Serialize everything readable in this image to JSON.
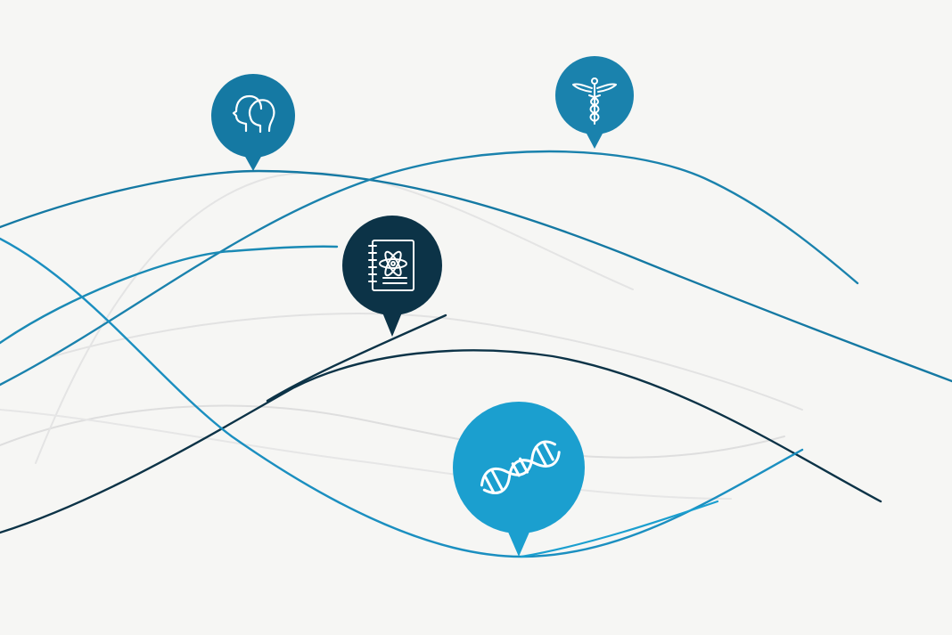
{
  "scene": {
    "background": "#f6f6f4",
    "colors": {
      "primary_blue": "#1a8ab5",
      "teal_blue": "#1579a3",
      "ocean_blue": "#0f6d94",
      "light_blue": "#1b9fcf",
      "dark_navy": "#0c3347",
      "faint_gray": "#dcdcdc",
      "icon_stroke": "#ffffff"
    },
    "pins": [
      {
        "id": "people",
        "icon": "two-heads-icon",
        "color": "#1579a3"
      },
      {
        "id": "medicine",
        "icon": "caduceus-icon",
        "color": "#1a82ad"
      },
      {
        "id": "science",
        "icon": "atom-notebook-icon",
        "color": "#0c3347"
      },
      {
        "id": "genetics",
        "icon": "dna-icon",
        "color": "#1b9fcf"
      }
    ]
  }
}
